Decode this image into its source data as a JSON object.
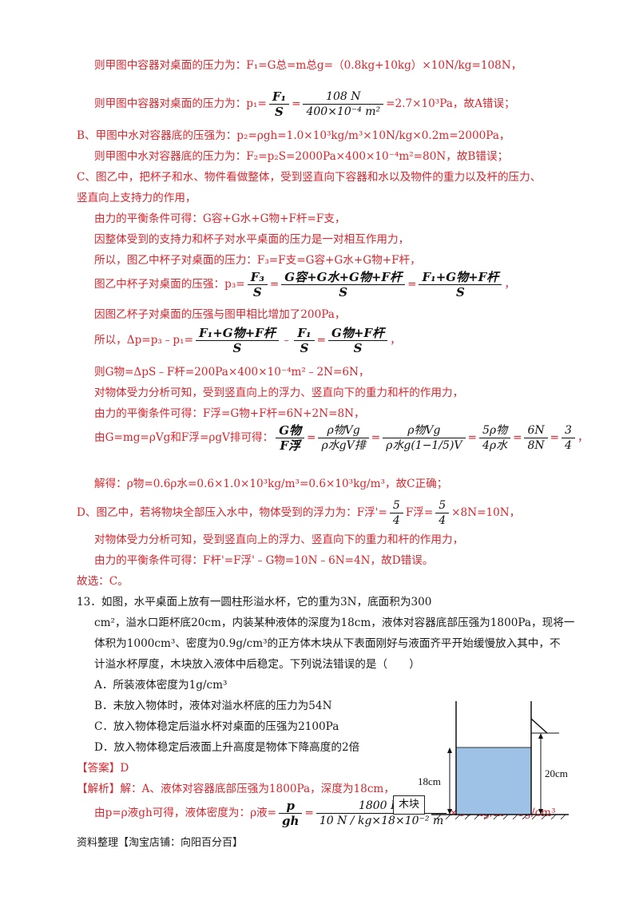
{
  "lines": {
    "l1": "则甲图中容器对桌面的压力为：F₁=G总=m总g=（0.8kg+10kg）×10N/kg=108N，",
    "l2_pre": "则甲图中容器对桌面的压力为：p₁=",
    "l2_f1_num": "F₁",
    "l2_f1_den": "S",
    "l2_eq": "=",
    "l2_f2_num": "108 N",
    "l2_f2_den": "400×10⁻⁴ m²",
    "l2_post": "=2.7×10³Pa，故A错误；",
    "l3": "B、甲图中水对容器底的压强为：p₂=ρgh=1.0×10³kg/m³×10N/kg×0.2m=2000Pa，",
    "l4": "则甲图中水对容器底的压力为：F₂=p₂S=2000Pa×400×10⁻⁴m²=80N，故B错误；",
    "l5": "C、图乙中，把杯子和水、物件看做整体，受到竖直向下容器和水以及物件的重力以及杆的压力、",
    "l6": "竖直向上支持力的作用，",
    "l7": "由力的平衡条件可得：G容+G水+G物+F杆=F支，",
    "l8": "因整体受到的支持力和杯子对水平桌面的压力是一对相互作用力，",
    "l9": "所以，图乙中杯子对桌面的压力：F₃=F支=G容+G水+G物+F杆，",
    "l10_pre": "图乙中杯子对桌面的压强：p₃=",
    "l10_a_num": "F₃",
    "l10_a_den": "S",
    "l10_b_num": "G容+G水+G物+F杆",
    "l10_b_den": "S",
    "l10_c_num": "F₁+G物+F杆",
    "l10_c_den": "S",
    "l10_post": "，",
    "l11": "因图乙杯子对桌面的压强与图甲相比增加了200Pa，",
    "l12_pre": "所以，Δp=p₃﹣p₁=",
    "l12_a_num": "F₁+G物+F杆",
    "l12_a_den": "S",
    "l12_minus": "﹣",
    "l12_b_num": "F₁",
    "l12_b_den": "S",
    "l12_c_num": "G物+F杆",
    "l12_c_den": "S",
    "l12_post": "，",
    "l13": "则G物=ΔpS﹣F杆=200Pa×400×10⁻⁴m²﹣2N=6N，",
    "l14": "对物体受力分析可知，受到竖直向上的浮力、竖直向下的重力和杆的作用力，",
    "l15": "由力的平衡条件可得：F浮=G物+F杆=6N+2N=8N，",
    "l16_pre": "由G=mg=ρVg和F浮=ρgV排可得：",
    "l16_a_num": "G物",
    "l16_a_den": "F浮",
    "l16_b_num": "ρ物Vg",
    "l16_b_den": "ρ水gV排",
    "l16_c_num": "ρ物Vg",
    "l16_c_den": "ρ水g(1−1/5)V",
    "l16_d_num": "5ρ物",
    "l16_d_den": "4ρ水",
    "l16_e_num": "6N",
    "l16_e_den": "8N",
    "l16_f_num": "3",
    "l16_f_den": "4",
    "l16_post": "，",
    "l17": "解得：ρ物=0.6ρ水=0.6×1.0×10³kg/m³=0.6×10³kg/m³，故C正确；",
    "l18_pre": "D、图乙中，若将物块全部压入水中，物体受到的浮力为：F浮'=",
    "l18_a_num": "5",
    "l18_a_den": "4",
    "l18_mid": "F浮=",
    "l18_b_num": "5",
    "l18_b_den": "4",
    "l18_post": "×8N=10N，",
    "l19": "对物体受力分析可知，受到竖直向上的浮力、竖直向下的重力和杆的作用力，",
    "l20": "由力的平衡条件可得：F杆'=F浮'﹣G物=10N﹣6N=4N，故D错误。",
    "l21": "故选：C。"
  },
  "question": {
    "q1": "13．如图，水平桌面上放有一圆柱形溢水杯，它的重为3N，底面积为300",
    "q2": "cm²，溢水口距杯底20cm，内装某种液体的深度为18cm，液体对容器底部压强为1800Pa，现将一",
    "q3": "体积为1000cm³、密度为0.9g/cm³的正方体木块从下表面刚好与液面齐平开始缓慢放入其中，不",
    "q4": "计溢水杯厚度，木块放入液体中后稳定。下列说法错误的是（　　）",
    "optA": "A．所装液体密度为1g/cm³",
    "optB": "B．未放入物体时，液体对溢水杯底的压力为54N",
    "optC": "C．放入物体稳定后溢水杯对桌面的压强为2100Pa",
    "optD": "D．放入物体稳定后液面上升高度是物体下降高度的2倍",
    "answer_label": "【答案】",
    "answer": "D",
    "analysis_label": "【解析】",
    "analysis1": "解：A、液体对容器底部压强为1800Pa，深度为18cm，",
    "analysis2_pre": "由p=ρ液gh可得，液体密度为：ρ液=",
    "analysis2_a_num": "p",
    "analysis2_a_den": "gh",
    "analysis2_b_num": "1800 Pa",
    "analysis2_b_den": "10 N / kg×18×10⁻² m",
    "analysis2_post": "×10³kg/m³=1g/cm³",
    "figure": {
      "label_18": "18cm",
      "label_20": "20cm",
      "block_label": "木块"
    }
  },
  "footer": "资料整理【淘宝店铺：向阳百分百】",
  "colors": {
    "red": "#d7262e",
    "black": "#1a1a1a",
    "liquid": "#9ec1e6"
  }
}
